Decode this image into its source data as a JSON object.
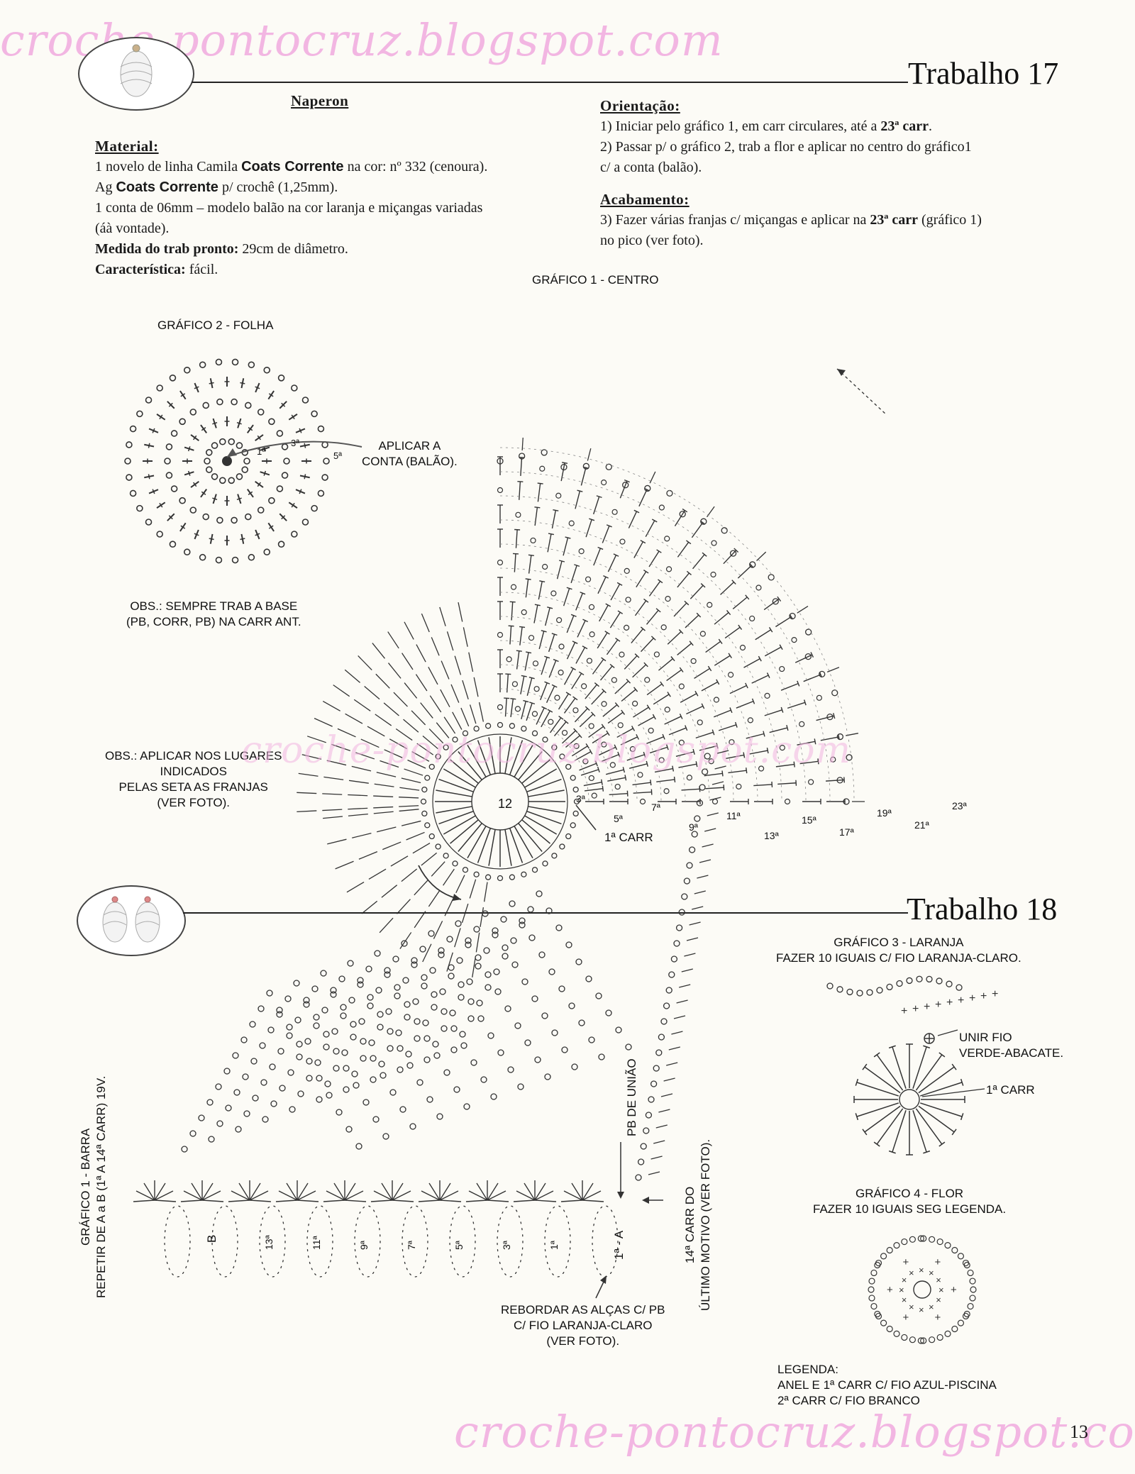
{
  "watermark": {
    "top": "croche-pontocruz.blogspot.com",
    "bottom": "croche-pontocruz.blogspot.com",
    "middle": "croche-pontocruz.blogspot.com"
  },
  "t17": {
    "title": "Trabalho 17",
    "item_name": "Naperon",
    "material": {
      "heading": "Material:",
      "line1_pre": "1 novelo de linha Camila ",
      "line1_brand": "Coats Corrente",
      "line1_post": " na cor: nº 332 (cenoura).",
      "line2_pre": "Ag ",
      "line2_brand": "Coats Corrente",
      "line2_post": " p/ crochê (1,25mm).",
      "line3": "1 conta de 06mm – modelo balão na cor laranja e miçangas variadas",
      "line4": "(áà vontade).",
      "medida_label": "Medida do trab pronto:",
      "medida_value": " 29cm de diâmetro.",
      "caract_label": "Característica:",
      "caract_value": " fácil."
    },
    "orientacao": {
      "heading": "Orientação:",
      "l1_pre": "1) Iniciar pelo gráfico 1, em carr circulares, até a ",
      "l1_bold": "23ª carr",
      "l1_post": ".",
      "l2": "2) Passar p/ o gráfico 2, trab a flor e aplicar no centro do gráfico1",
      "l3": "c/ a conta (balão)."
    },
    "acabamento": {
      "heading": "Acabamento:",
      "l1_pre": "3) Fazer várias franjas c/ miçangas e aplicar na ",
      "l1_bold": "23ª carr",
      "l1_post": " (gráfico 1)",
      "l2": "no pico (ver foto)."
    },
    "grafico1": {
      "label": "GRÁFICO 1 - CENTRO",
      "center_count": "12",
      "first_row": "1ª CARR",
      "rows": [
        "3ª",
        "5ª",
        "7ª",
        "9ª",
        "11ª",
        "13ª",
        "15ª",
        "17ª",
        "19ª",
        "21ª",
        "23ª"
      ]
    },
    "grafico2": {
      "label": "GRÁFICO 2 - FOLHA",
      "apply1": "APLICAR A",
      "apply2": "CONTA (BALÃO).",
      "rows": [
        "1ª",
        "3ª",
        "5ª"
      ]
    },
    "obs1": {
      "l1": "OBS.: SEMPRE TRAB A BASE",
      "l2": "(PB, CORR, PB) NA CARR ANT."
    },
    "obs2": {
      "l1": "OBS.: APLICAR NOS LUGARES",
      "l2": "INDICADOS",
      "l3": "PELAS SETA AS FRANJAS",
      "l4": "(VER FOTO)."
    }
  },
  "t18": {
    "title": "Trabalho 18",
    "grafico1": {
      "vlabel1": "GRÁFICO 1 - BARRA",
      "vlabel2": "REPETIR DE A a B (1ª A 14ª CARR) 19V.",
      "pb_uniao": "PB DE UNIÃO",
      "row14_1": "14ª CARR DO",
      "row14_2": "ÚLTIMO MOTIVO (VER FOTO).",
      "b": "B",
      "a": "1ª - A",
      "rows": [
        "13ª",
        "11ª",
        "9ª",
        "7ª",
        "5ª",
        "3ª",
        "1ª"
      ],
      "reb1": "REBORDAR AS ALÇAS C/ PB",
      "reb2": "C/ FIO LARANJA-CLARO",
      "reb3": "(VER FOTO)."
    },
    "grafico3": {
      "l1": "GRÁFICO 3 - LARANJA",
      "l2": "FAZER 10 IGUAIS C/ FIO LARANJA-CLARO.",
      "unir1": "UNIR FIO",
      "unir2": "VERDE-ABACATE.",
      "first_row": "1ª CARR"
    },
    "grafico4": {
      "l1": "GRÁFICO 4 - FLOR",
      "l2": "FAZER 10 IGUAIS SEG LEGENDA."
    },
    "legenda": {
      "l1": "LEGENDA:",
      "l2": "ANEL E 1ª CARR C/ FIO AZUL-PISCINA",
      "l3": "2ª CARR C/ FIO BRANCO"
    }
  },
  "page_number": "13"
}
